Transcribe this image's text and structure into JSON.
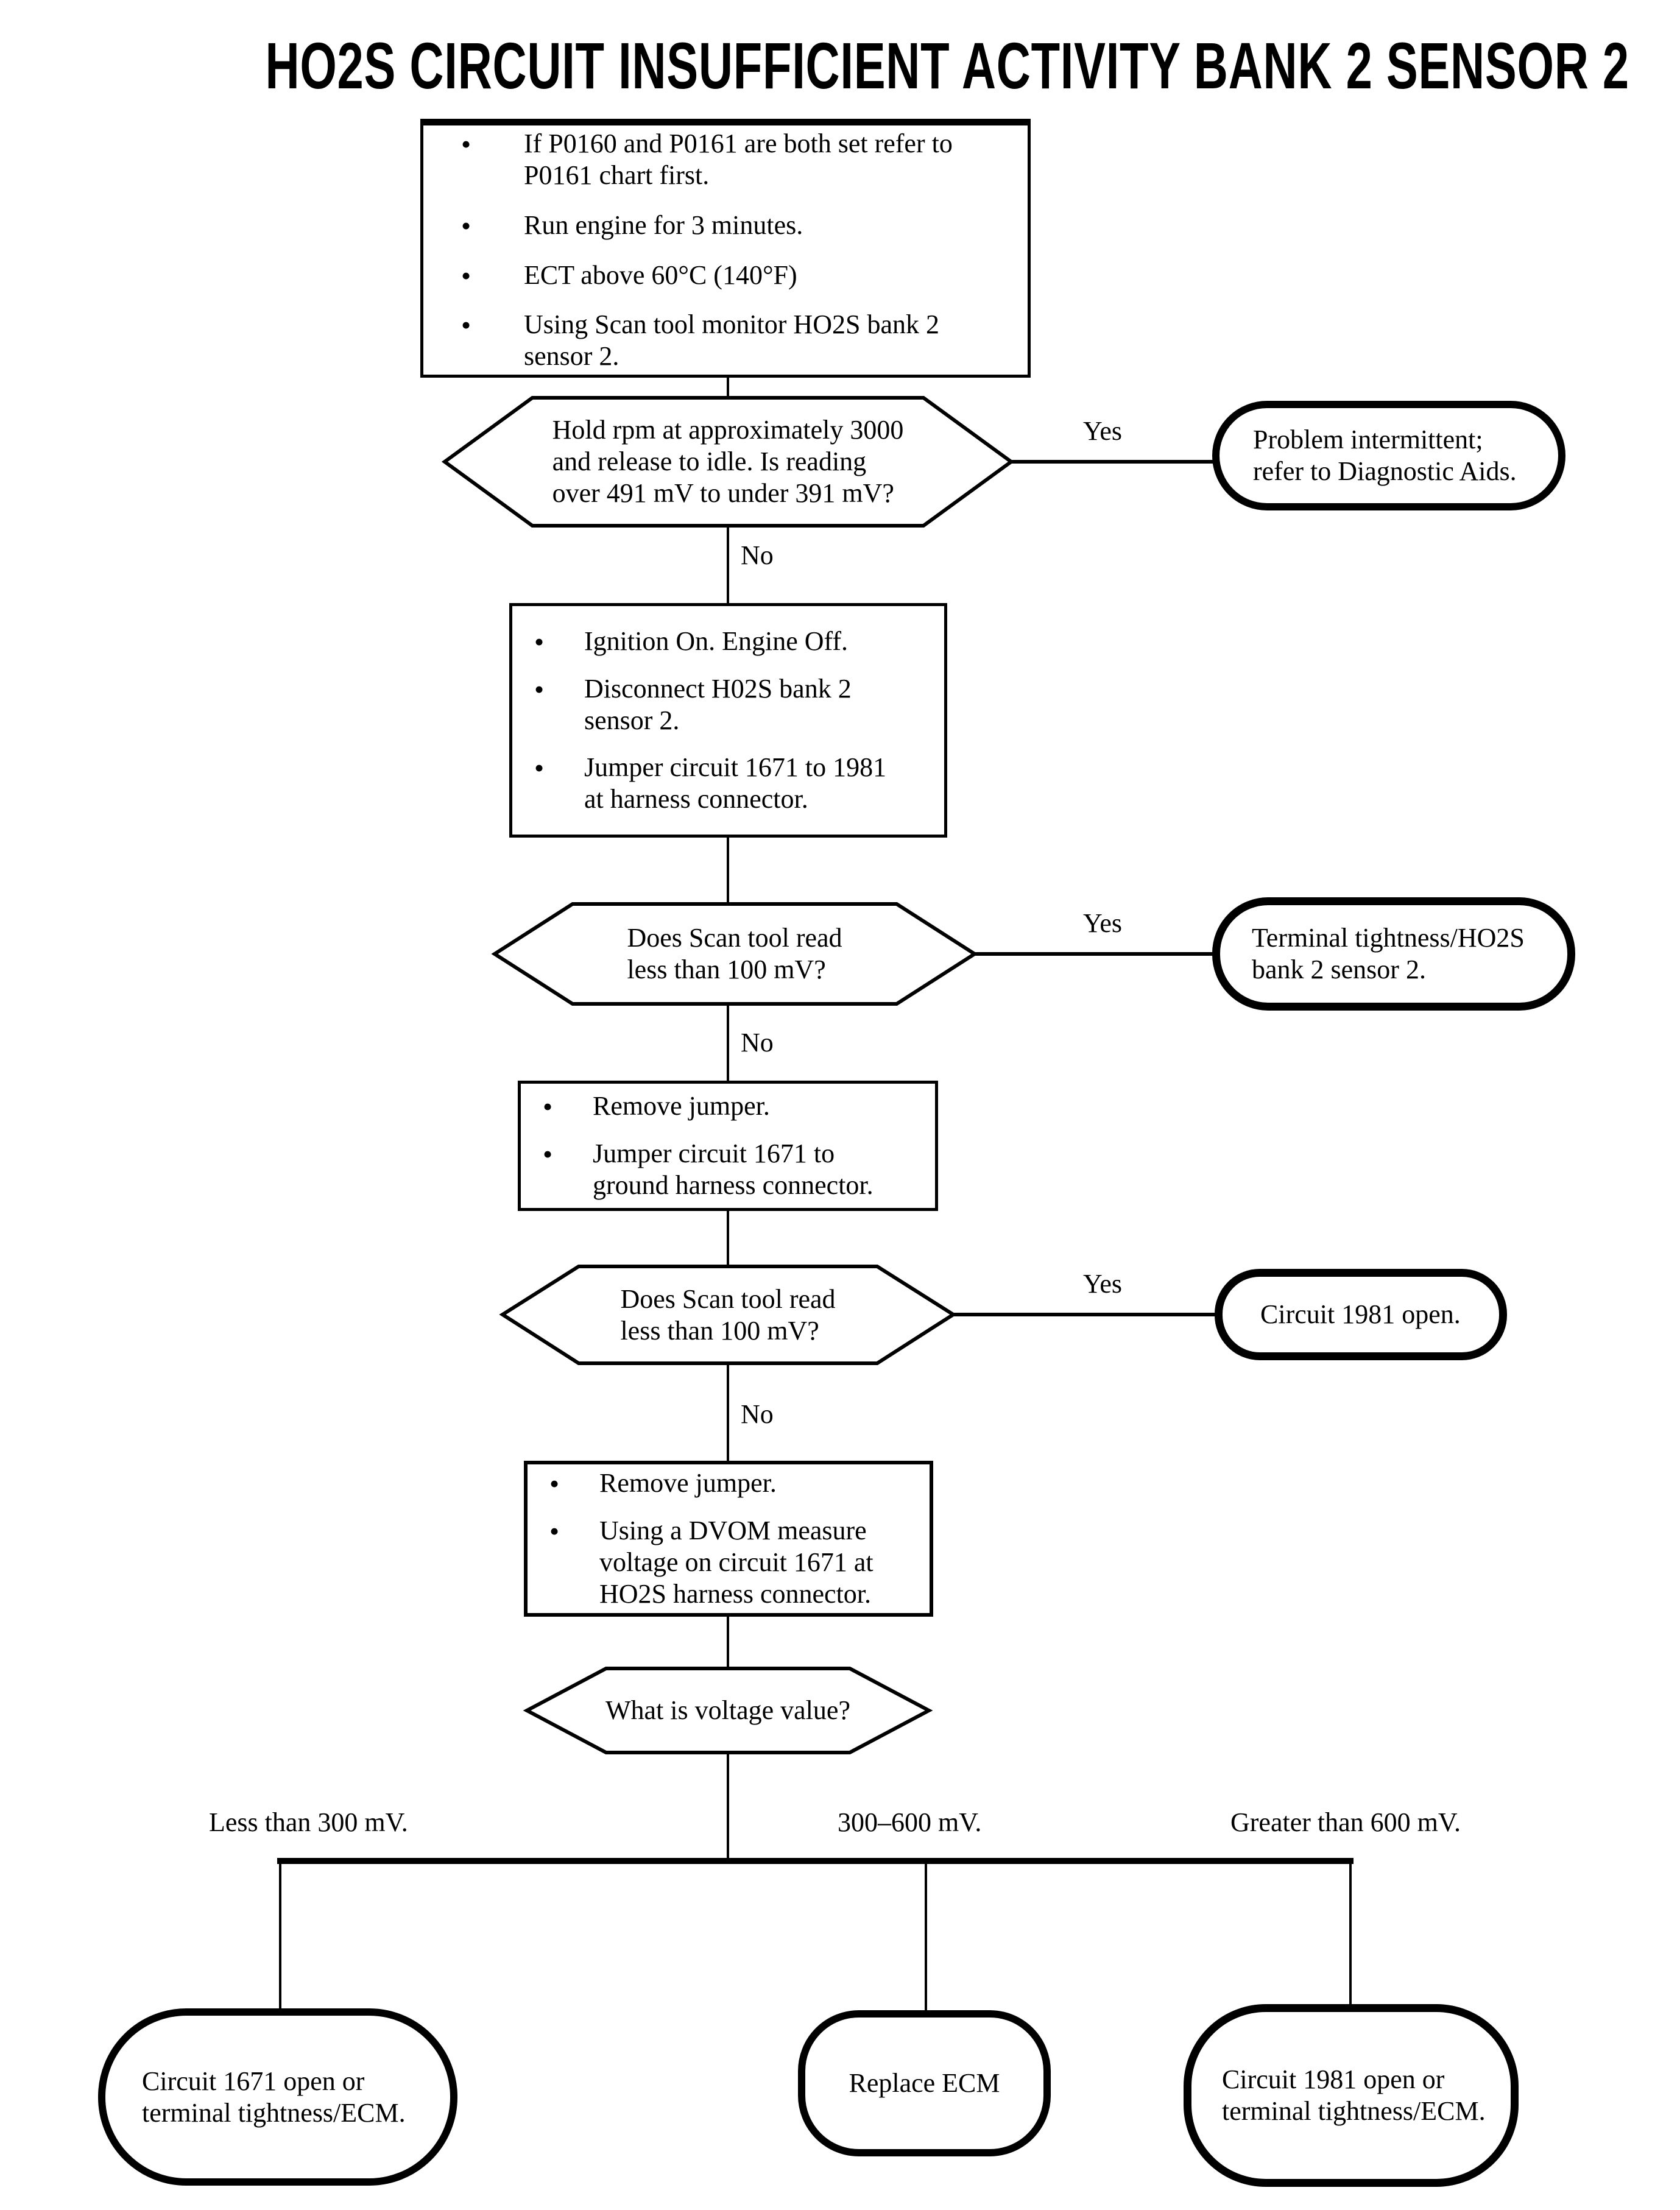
{
  "title": "HO2S CIRCUIT INSUFFICIENT ACTIVITY BANK 2 SENSOR 2",
  "labels": {
    "yes": "Yes",
    "no": "No"
  },
  "start_box": {
    "items": [
      "If P0160 and P0161 are both set refer to\nP0161 chart first.",
      "Run engine for 3 minutes.",
      "ECT above 60°C (140°F)",
      "Using Scan tool monitor HO2S bank 2\nsensor 2."
    ]
  },
  "decision_rpm": {
    "question": "Hold rpm at approximately 3000\nand release to idle. Is reading\nover 491 mV to under 391 mV?",
    "yes_result": "Problem intermittent;\nrefer to Diagnostic Aids."
  },
  "jumper_box": {
    "items": [
      "Ignition On. Engine Off.",
      "Disconnect H02S bank 2\nsensor 2.",
      "Jumper circuit 1671 to 1981\nat harness connector."
    ]
  },
  "decision_scan_jumper": {
    "question": "Does Scan tool read\nless than 100 mV?",
    "yes_result": "Terminal tightness/HO2S\nbank 2 sensor 2."
  },
  "ground_box": {
    "items": [
      "Remove jumper.",
      "Jumper circuit 1671 to\nground harness connector."
    ]
  },
  "decision_scan_ground": {
    "question": "Does Scan tool read\nless than 100 mV?",
    "yes_result": "Circuit 1981 open."
  },
  "dvom_box": {
    "items": [
      "Remove jumper.",
      "Using a DVOM measure\nvoltage on circuit 1671 at\nHO2S harness connector."
    ]
  },
  "decision_voltage": {
    "question": "What is voltage value?"
  },
  "branches": [
    {
      "label": "Less than 300 mV.",
      "result": "Circuit 1671 open or\nterminal tightness/ECM."
    },
    {
      "label": "300–600 mV.",
      "result": "Replace ECM"
    },
    {
      "label": "Greater than 600 mV.",
      "result": "Circuit 1981 open or\nterminal tightness/ECM."
    }
  ]
}
